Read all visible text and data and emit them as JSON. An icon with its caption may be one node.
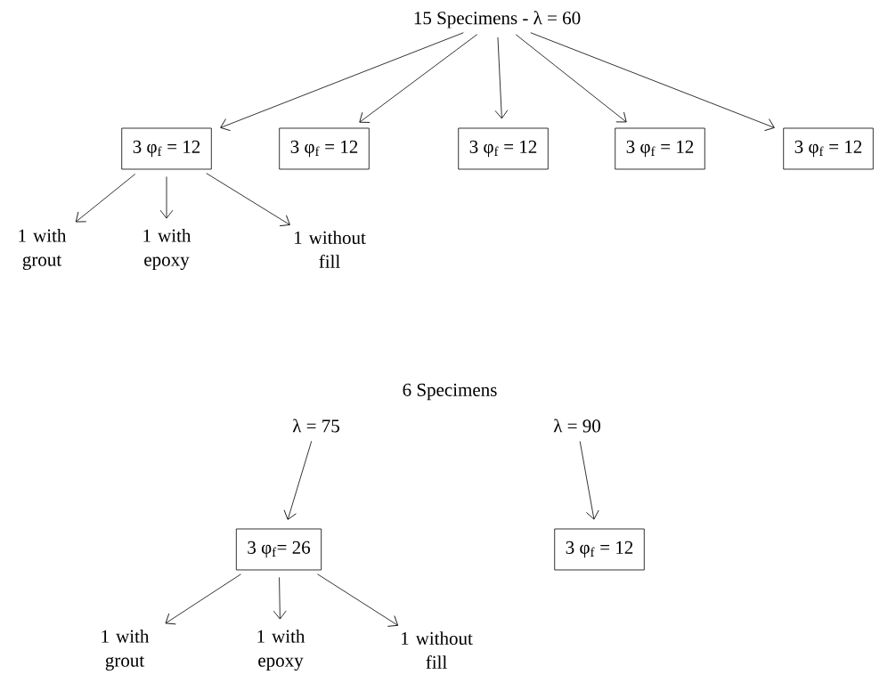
{
  "diagram": {
    "nodes": [
      {
        "text": [
          "15 Specimens - λ = 60"
        ]
      },
      {
        "text": [
          "3 φ$_{f}$ = 12"
        ]
      },
      {
        "text": [
          "3 φ$_{f}$ = 12"
        ]
      },
      {
        "text": [
          "3 φ$_{f}$ = 12"
        ]
      },
      {
        "text": [
          "3 φ$_{f}$ = 12"
        ]
      },
      {
        "text": [
          "3 φ$_{f}$ = 12"
        ]
      },
      {
        "text": [
          "1 with grout"
        ]
      },
      {
        "text": [
          "1 with epoxy"
        ]
      },
      {
        "text": [
          "1 without fill"
        ]
      },
      {
        "text": [
          "λ = 75"
        ]
      },
      {
        "text": [
          "λ = 90"
        ]
      },
      {
        "text": [
          "3 φ$_{f}$= 26"
        ]
      },
      {
        "text": [
          "3 φ$_{f}$ = 12"
        ]
      },
      {
        "text": [
          "1 with grout"
        ]
      },
      {
        "text": [
          "1 with epoxy"
        ]
      },
      {
        "text": [
          "1 without fill"
        ]
      }
    ],
    "edges": [
      {
        "from": 0,
        "to": 1,
        "arrow": "to"
      },
      {
        "from": 0,
        "to": 2,
        "arrow": "to"
      },
      {
        "from": 0,
        "to": 3,
        "arrow": "to"
      },
      {
        "from": 0,
        "to": 4,
        "arrow": "to"
      },
      {
        "from": 0,
        "to": 5,
        "arrow": "to"
      },
      {
        "from": 1,
        "to": 6,
        "arrow": "to"
      },
      {
        "from": 1,
        "to": 7,
        "arrow": "to"
      },
      {
        "from": 1,
        "to": 8,
        "arrow": "to"
      },
      {
        "from": 9,
        "to": 11,
        "arrow": "to"
      },
      {
        "from": 10,
        "to": 12,
        "arrow": "to"
      },
      {
        "from": 11,
        "to": 13,
        "arrow": "to"
      },
      {
        "from": 11,
        "to": 14,
        "arrow": "to"
      },
      {
        "from": 11,
        "to": 15,
        "arrow": "to"
      }
    ],
    "labels": [
      "6 Specimens"
    ]
  }
}
